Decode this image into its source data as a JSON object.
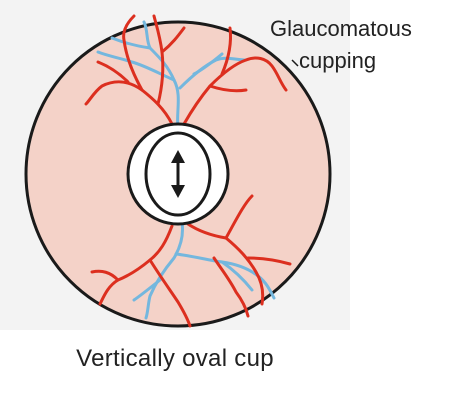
{
  "annotation": {
    "line1": "Glaucomatous",
    "line2": "cupping"
  },
  "caption": "Vertically oval cup",
  "colors": {
    "background": "#ffffff",
    "disc_fill": "#f4d2c8",
    "outline": "#1a1a1a",
    "artery": "#dc2f1f",
    "vein": "#74b7de",
    "cup_fill": "#ffffff"
  },
  "icons": {
    "cup_arrow": "vertical-double-arrow-icon"
  }
}
